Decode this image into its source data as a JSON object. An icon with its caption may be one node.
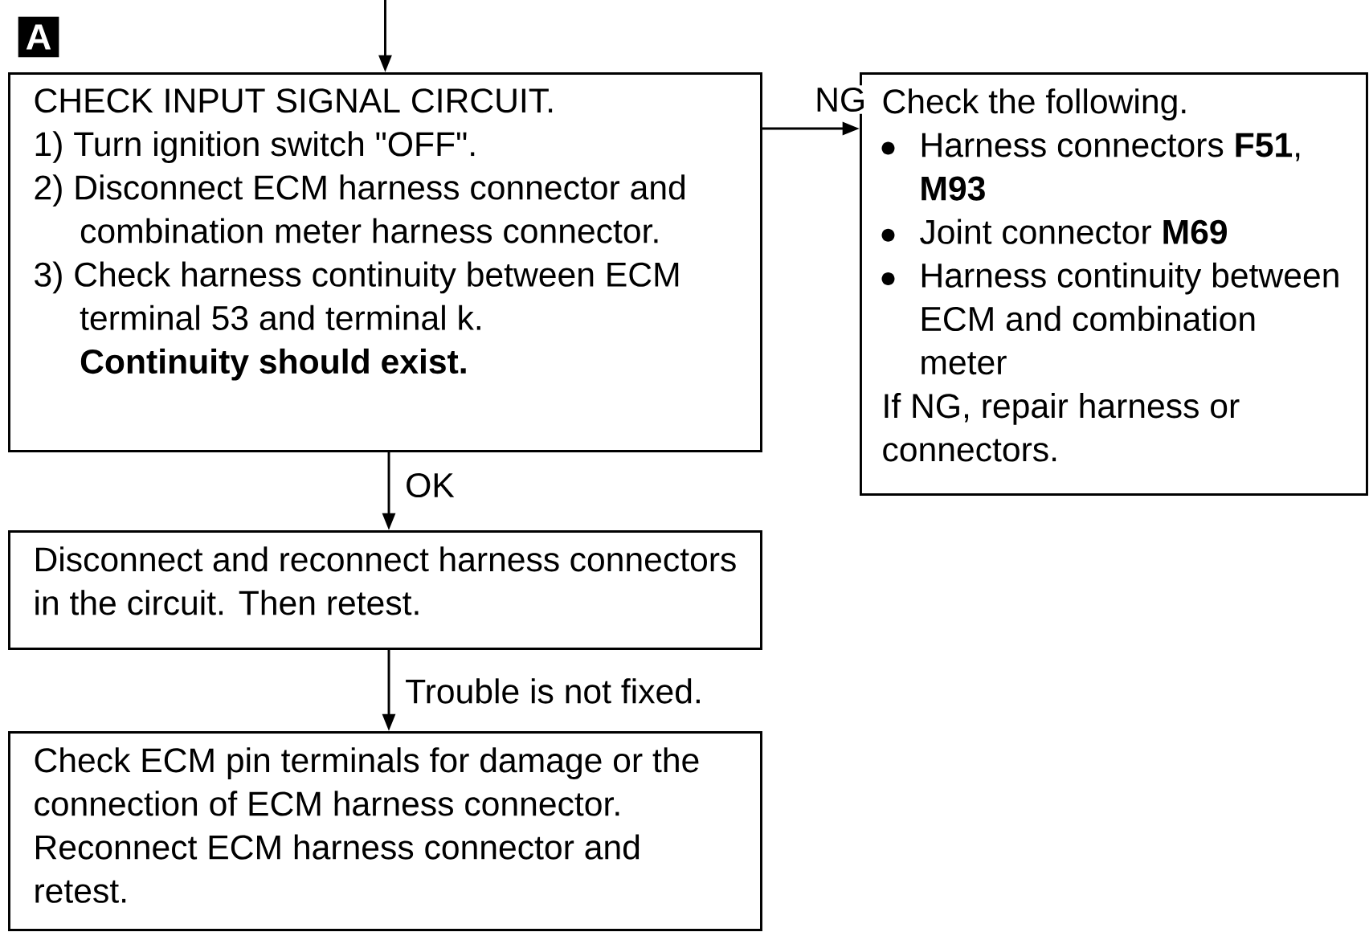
{
  "diagram": {
    "nodes": [
      {
        "text": [
          "CHECK INPUT SIGNAL CIRCUIT.",
          "1) Turn ignition switch \"OFF\".",
          "2) Disconnect ECM harness connector and combination meter harness connector.",
          "3) Check harness continuity between ECM terminal 53 and terminal k.",
          "Continuity should exist."
        ],
        "beside": [
          "A"
        ]
      },
      {
        "text": [
          "Check the following.",
          "Harness connectors **F51**, **M93**",
          "Joint connector **M69**",
          "Harness continuity between ECM and combination meter",
          "If NG, repair harness or connectors."
        ]
      },
      {
        "text": [
          "Disconnect and reconnect harness connectors in the circuit. Then retest."
        ]
      },
      {
        "text": [
          "Check ECM pin terminals for damage or the connection of ECM harness connector. Reconnect ECM harness connector and retest."
        ]
      }
    ],
    "edges": [
      {
        "from": null,
        "to": 0,
        "arrow": "to"
      },
      {
        "from": 0,
        "to": 1,
        "arrow": "to",
        "label": "NG"
      },
      {
        "from": 0,
        "to": 2,
        "arrow": "to",
        "label": "OK"
      },
      {
        "from": 2,
        "to": 3,
        "arrow": "to",
        "label": "Trouble is not fixed."
      }
    ]
  }
}
